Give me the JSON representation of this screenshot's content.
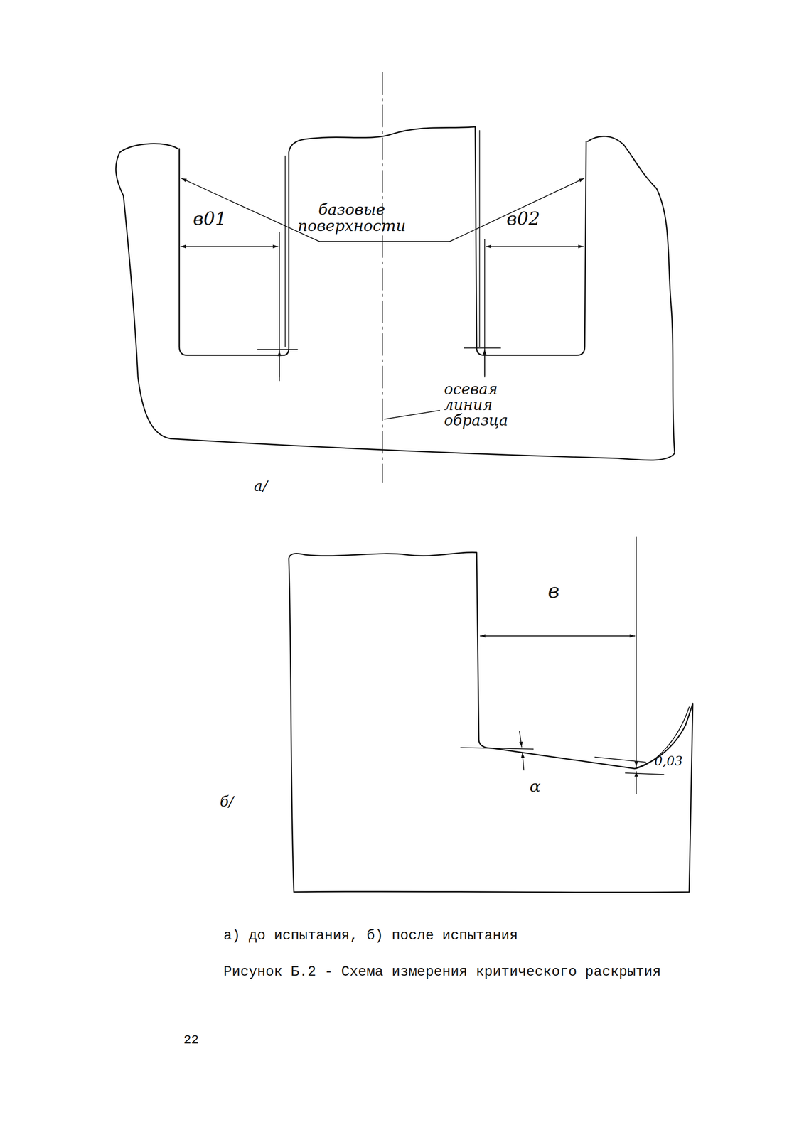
{
  "diagram": {
    "caption": "Рисунок Б.2 - Схема измерения критического раскрытия",
    "labels": [
      "базовые поверхности",
      "в01",
      "в02",
      "осевая линия образца",
      "а/",
      "в",
      "α",
      "0,03",
      "б/",
      "а) до испытания, б) после испытания",
      "22"
    ]
  }
}
